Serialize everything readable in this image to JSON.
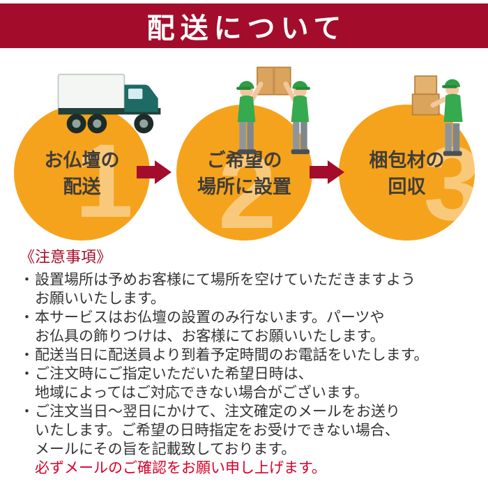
{
  "header": {
    "title": "配送について",
    "bg_color": "#a30d2b",
    "text_color": "#ffffff"
  },
  "steps": [
    {
      "number": "1",
      "line1": "お仏壇の",
      "line2": "配送",
      "icon": "delivery-truck-icon"
    },
    {
      "number": "2",
      "line1": "ご希望の",
      "line2": "場所に設置",
      "icon": "two-movers-carrying-box-icon"
    },
    {
      "number": "3",
      "line1": "梱包材の",
      "line2": "回収",
      "icon": "worker-carrying-boxes-icon"
    }
  ],
  "notes": {
    "heading": "《注意事項》",
    "bullet": "・",
    "items": [
      {
        "lines": [
          "設置場所は予めお客様にて場所を空けていただきますよう",
          "お願いいたします。"
        ]
      },
      {
        "lines": [
          "本サービスはお仏壇の設置のみ行ないます。パーツや",
          "お仏具の飾りつけは、お客様にてお願いいたします。"
        ]
      },
      {
        "lines": [
          "配送当日に配送員より到着予定時間のお電話をいたします。"
        ]
      },
      {
        "lines": [
          "ご注文時にご指定いただいた希望日時は、",
          "地域によってはご対応できない場合がございます。"
        ]
      },
      {
        "lines": [
          "ご注文当日〜翌日にかけて、注文確定のメールをお送り",
          "いたします。ご希望の日時指定をお受けできない場合、",
          "メールにその旨を記載致しております。"
        ]
      }
    ],
    "warning": "必ずメールのご確認をお願い申し上げます。"
  },
  "colors": {
    "header_bg": "#a30d2b",
    "circle_orange": "#f5a31d",
    "arrow": "#a30d2b",
    "warning_text": "#d60027"
  }
}
